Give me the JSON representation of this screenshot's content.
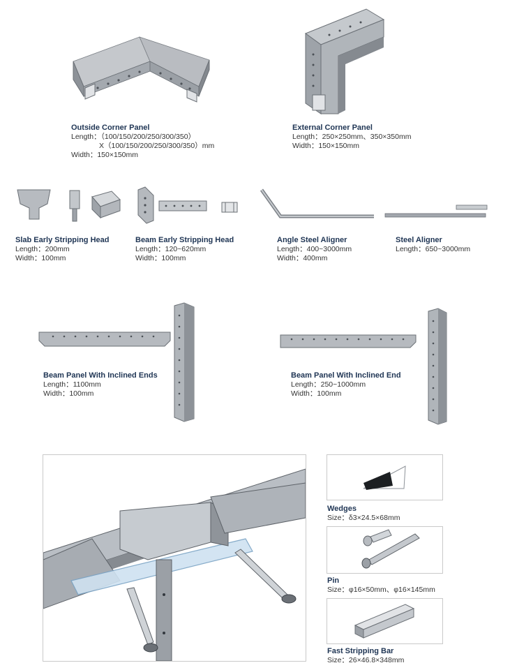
{
  "products": {
    "outside_corner": {
      "title": "Outside Corner Panel",
      "length_line1": "Length：（100/150/200/250/300/350）",
      "length_line2": "X（100/150/200/250/300/350）mm",
      "width": "Width：150×150mm"
    },
    "external_corner": {
      "title": "External Corner Panel",
      "length": "Length：250×250mm、350×350mm",
      "width": "Width：150×150mm"
    },
    "slab_head": {
      "title": "Slab Early Stripping Head",
      "length": "Length：200mm",
      "width": "Width：100mm"
    },
    "beam_head": {
      "title": "Beam Early Stripping Head",
      "length": "Length：120~620mm",
      "width": "Width：100mm"
    },
    "angle_aligner": {
      "title": "Angle Steel Aligner",
      "length": "Length：400~3000mm",
      "width": "Width：400mm"
    },
    "steel_aligner": {
      "title": "Steel Aligner",
      "length": "Length：650~3000mm"
    },
    "beam_inclined_ends": {
      "title": "Beam Panel With Inclined Ends",
      "length": "Length：1100mm",
      "width": "Width：100mm"
    },
    "beam_inclined_end": {
      "title": "Beam Panel With Inclined End",
      "length": "Length：250~1000mm",
      "width": "Width：100mm"
    },
    "wedges": {
      "title": "Wedges",
      "size": "Size：δ3×24.5×68mm"
    },
    "pin": {
      "title": "Pin",
      "size": "Size：φ16×50mm、φ16×145mm"
    },
    "fast_bar": {
      "title": "Fast Stripping Bar",
      "size": "Size：26×46.8×348mm"
    }
  },
  "colors": {
    "title_text": "#1f3554",
    "metal_light": "#d2d5d9",
    "metal_mid": "#9ea3a9",
    "metal_dark": "#6b7076"
  }
}
